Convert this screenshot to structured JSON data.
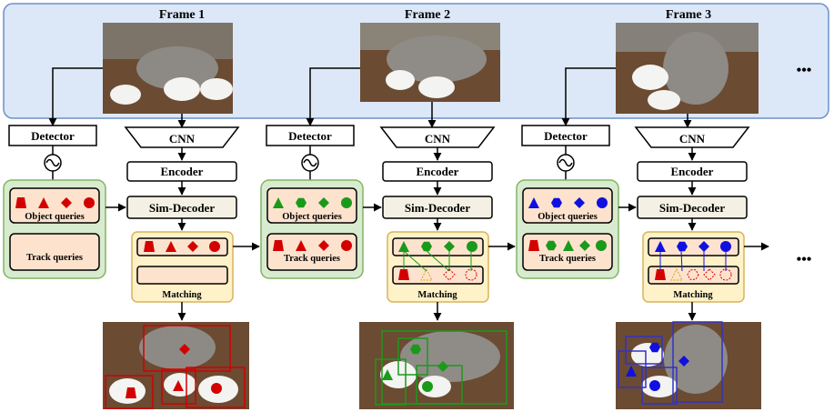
{
  "frames": [
    {
      "title": "Frame 1",
      "color": "#d40000"
    },
    {
      "title": "Frame 2",
      "color": "#1a9a1a"
    },
    {
      "title": "Frame 3",
      "color": "#1010e0"
    }
  ],
  "ellipsis": "•••",
  "labels": {
    "detector": "Detector",
    "cnn": "CNN",
    "encoder": "Encoder",
    "sim_decoder": "Sim-Decoder",
    "object_queries": "Object queries",
    "track_queries": "Track queries",
    "matching": "Matching"
  },
  "colors": {
    "frames_panel": "#dce8f7",
    "frames_panel_border": "#6f8fc8",
    "queries_panel": "#d8ebcf",
    "queries_panel_border": "#82b466",
    "query_box": "#fde3cd",
    "matching_panel": "#fff1c8",
    "matching_panel_border": "#d9b45a",
    "sim_decoder_fill": "#f4f1e4"
  }
}
